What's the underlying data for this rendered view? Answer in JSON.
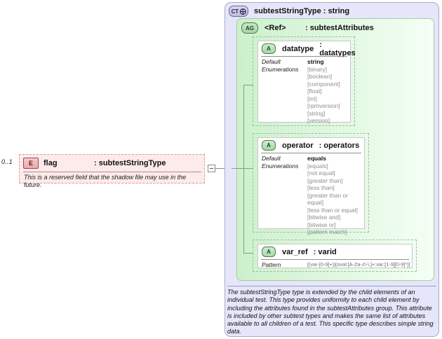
{
  "element": {
    "cardinality": "0..1",
    "badge": "E",
    "name": "flag",
    "type": ": subtestStringType",
    "documentation": "This is a reserved field that the shadow file may use in the future."
  },
  "complex_type": {
    "badge": "CT",
    "title": "subtestStringType : string",
    "documentation": "The subtestStringType type is extended by the child elements of an individual test.  This type provides uniformity to each child element by including the attributes found in the subtestAttributes group.  This attribute is included by other subtest types and makes the same list of attributes available to all children of a test.  This specific type describes simple string data."
  },
  "attribute_group": {
    "badge": "AG",
    "ref": "<Ref>",
    "type": ": subtestAttributes"
  },
  "attributes": [
    {
      "badge": "A",
      "name": "datatype",
      "type": ": datatypes",
      "default_label": "Default",
      "default_value": "string",
      "enum_label": "Enumerations",
      "enumerations": [
        "[binary]",
        "[boolean]",
        "[component]",
        "[float]",
        "[int]",
        "[rpmversion]",
        "[string]",
        "[version]"
      ]
    },
    {
      "badge": "A",
      "name": "operator",
      "type": ": operators",
      "default_label": "Default",
      "default_value": "equals",
      "enum_label": "Enumerations",
      "enumerations": [
        "[equals]",
        "[not equal]",
        "[greater than]",
        "[less than]",
        "[greater than or equal]",
        "[less than or equal]",
        "[bitwise and]",
        "[bitwise or]",
        "[pattern match]"
      ]
    },
    {
      "badge": "A",
      "name": "var_ref",
      "type": ": varid",
      "pattern_label": "Pattern",
      "pattern_value": "[(var-[0-9]+)|(oval:[A-Za-z\\-\\.]+:var:[1-9][0-9]*)]"
    }
  ],
  "colors": {
    "element_border": "#d79c9c",
    "element_fill": "#fdeaea",
    "complextype_fill": "#e6e6fa",
    "group_fill": "#ccf0cc",
    "attr_border": "#9bbf9b"
  }
}
